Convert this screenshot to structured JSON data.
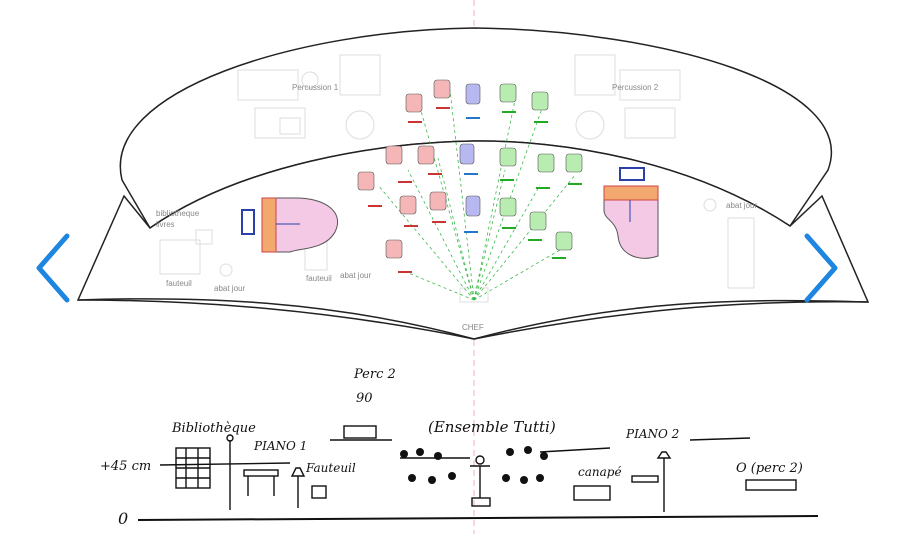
{
  "plan": {
    "percussion1": "Percussion 1",
    "percussion2": "Percussion 2",
    "bibliotheque": "bibliotheque",
    "livres": "livres",
    "fauteuil_left": "fauteuil",
    "abat_jour_left": "abat jour",
    "fauteuil_mid": "fauteuil",
    "abat_jour_mid": "abat jour",
    "abat_jour_right": "abat jour",
    "chef": "CHEF"
  },
  "elevation": {
    "height_mark": "+45 cm",
    "zero_mark": "0",
    "bibliotheque": "Bibliothèque",
    "piano1": "PIANO 1",
    "fauteuil": "Fauteuil",
    "perc2": "Perc 2",
    "perc2_num": "90",
    "ensemble": "(Ensemble Tutti)",
    "canape": "canapé",
    "piano2": "PIANO 2",
    "perc2_right": "O (perc 2)"
  },
  "colors": {
    "accent": "#1f86e0",
    "pink": "#f4b6b6",
    "green": "#b8ecb0",
    "purple": "#b8b8f0",
    "piano": "#f3c9e6"
  },
  "icons": {
    "prev": "chevron-left-icon",
    "next": "chevron-right-icon"
  }
}
